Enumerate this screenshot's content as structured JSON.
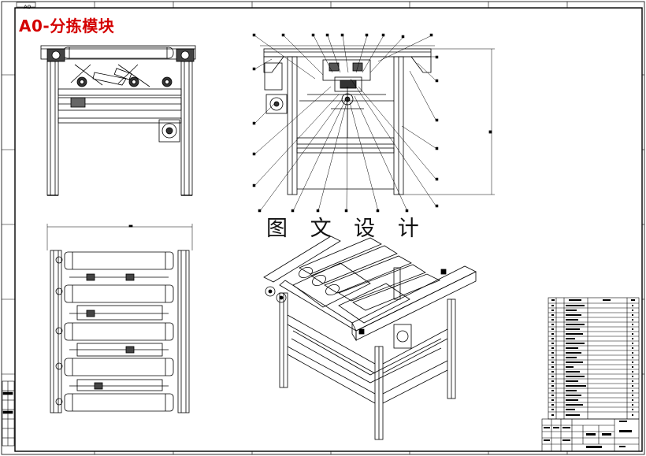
{
  "drawing": {
    "badge": "A0",
    "title": "A0-分拣模块",
    "watermark": "图 文 设 计"
  }
}
